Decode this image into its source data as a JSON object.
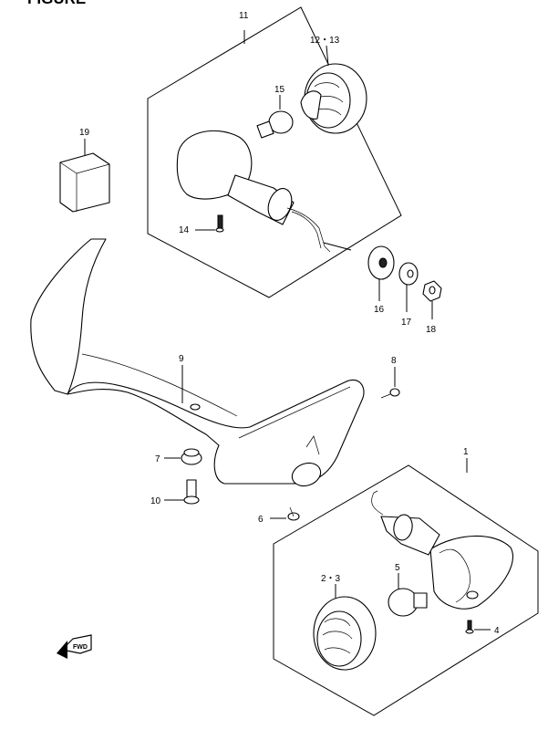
{
  "header_fragment": "FIGURE",
  "callouts": {
    "c1": "1",
    "c2_3": "2・3",
    "c4": "4",
    "c5": "5",
    "c6": "6",
    "c7": "7",
    "c8": "8",
    "c9": "9",
    "c10": "10",
    "c11": "11",
    "c12_13": "12・13",
    "c14": "14",
    "c15": "15",
    "c16": "16",
    "c17": "17",
    "c18": "18",
    "c19": "19"
  },
  "fwd_label": "FWD"
}
